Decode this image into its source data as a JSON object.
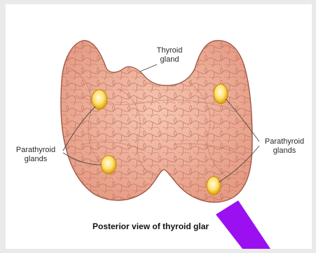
{
  "labels": {
    "thyroid": "Thyroid\ngland",
    "parathyroid_left": "Parathyroid\nglands",
    "parathyroid_right": "Parathyroid\nglands"
  },
  "caption": "Posterior view of thyroid glar",
  "colors": {
    "background": "#eaeaea",
    "gland_fill": "#f0b29c",
    "lobule_line": "#b8705c",
    "outline": "#a05a48",
    "parathyroid_core": "#fff2a0",
    "parathyroid_edge": "#d8a000",
    "overlay_bar": "#9b10f0",
    "leader_line": "#444444"
  },
  "overlay": {
    "type": "pen-stroke-annotation",
    "color": "#9b10f0"
  }
}
